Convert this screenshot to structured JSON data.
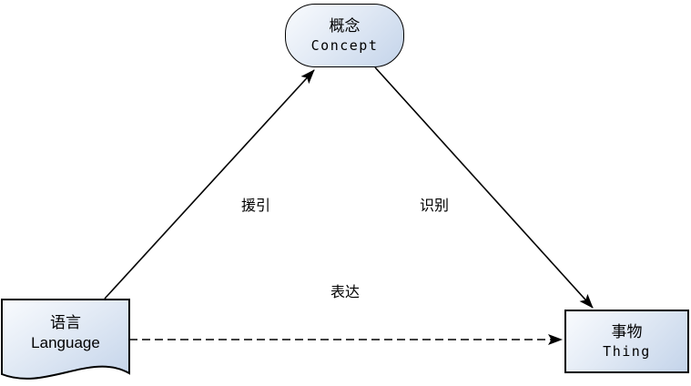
{
  "diagram": {
    "name": "semantic-triangle",
    "background": "#ffffff",
    "nodes": [
      {
        "id": "concept",
        "label_zh": "概念",
        "label_en": "Concept",
        "shape": "rounded-stadium"
      },
      {
        "id": "language",
        "label_zh": "语言",
        "label_en": "Language",
        "shape": "document"
      },
      {
        "id": "thing",
        "label_zh": "事物",
        "label_en": "Thing",
        "shape": "rectangle"
      }
    ],
    "edges": [
      {
        "id": "cite",
        "from": "language",
        "to": "concept",
        "label": "援引",
        "style": "solid",
        "arrow": "filled"
      },
      {
        "id": "identify",
        "from": "concept",
        "to": "thing",
        "label": "识别",
        "style": "solid",
        "arrow": "filled"
      },
      {
        "id": "express",
        "from": "language",
        "to": "thing",
        "label": "表达",
        "style": "dashed",
        "arrow": "filled"
      }
    ],
    "colors": {
      "node_fill_light": "#f9fbfe",
      "node_fill_dark": "#c4d4ea",
      "stroke": "#000000",
      "text": "#000000"
    }
  }
}
